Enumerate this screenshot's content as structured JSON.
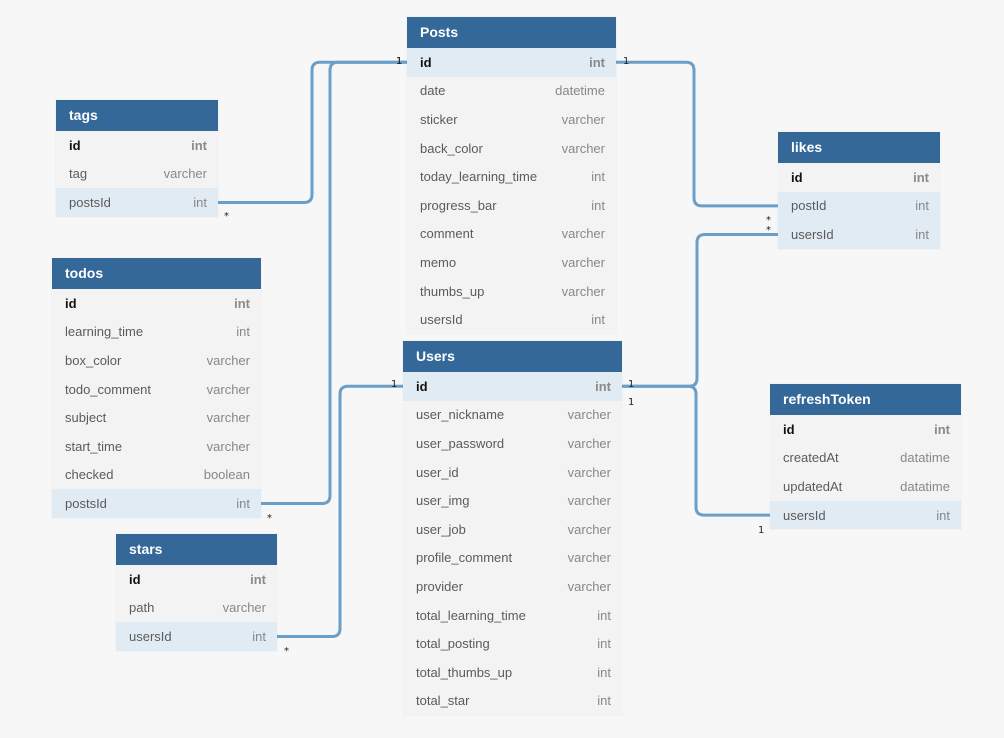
{
  "tables": [
    {
      "id": "posts",
      "name": "Posts",
      "fields": [
        {
          "name": "id",
          "type": "int",
          "pk": true,
          "hl": true
        },
        {
          "name": "date",
          "type": "datetime"
        },
        {
          "name": "sticker",
          "type": "varcher"
        },
        {
          "name": "back_color",
          "type": "varcher"
        },
        {
          "name": "today_learning_time",
          "type": "int"
        },
        {
          "name": "progress_bar",
          "type": "int"
        },
        {
          "name": "comment",
          "type": "varcher"
        },
        {
          "name": "memo",
          "type": "varcher"
        },
        {
          "name": "thumbs_up",
          "type": "varcher"
        },
        {
          "name": "usersId",
          "type": "int"
        }
      ]
    },
    {
      "id": "tags",
      "name": "tags",
      "fields": [
        {
          "name": "id",
          "type": "int",
          "pk": true
        },
        {
          "name": "tag",
          "type": "varcher"
        },
        {
          "name": "postsId",
          "type": "int",
          "hl": true
        }
      ]
    },
    {
      "id": "likes",
      "name": "likes",
      "fields": [
        {
          "name": "id",
          "type": "int",
          "pk": true
        },
        {
          "name": "postId",
          "type": "int",
          "hl": true
        },
        {
          "name": "usersId",
          "type": "int",
          "hl": true
        }
      ]
    },
    {
      "id": "todos",
      "name": "todos",
      "fields": [
        {
          "name": "id",
          "type": "int",
          "pk": true
        },
        {
          "name": "learning_time",
          "type": "int"
        },
        {
          "name": "box_color",
          "type": "varcher"
        },
        {
          "name": "todo_comment",
          "type": "varcher"
        },
        {
          "name": "subject",
          "type": "varcher"
        },
        {
          "name": "start_time",
          "type": "varcher"
        },
        {
          "name": "checked",
          "type": "boolean"
        },
        {
          "name": "postsId",
          "type": "int",
          "hl": true
        }
      ]
    },
    {
      "id": "users",
      "name": "Users",
      "fields": [
        {
          "name": "id",
          "type": "int",
          "pk": true,
          "hl": true
        },
        {
          "name": "user_nickname",
          "type": "varcher"
        },
        {
          "name": "user_password",
          "type": "varcher"
        },
        {
          "name": "user_id",
          "type": "varcher"
        },
        {
          "name": "user_img",
          "type": "varcher"
        },
        {
          "name": "user_job",
          "type": "varcher"
        },
        {
          "name": "profile_comment",
          "type": "varcher"
        },
        {
          "name": "provider",
          "type": "varcher"
        },
        {
          "name": "total_learning_time",
          "type": "int"
        },
        {
          "name": "total_posting",
          "type": "int"
        },
        {
          "name": "total_thumbs_up",
          "type": "int"
        },
        {
          "name": "total_star",
          "type": "int"
        }
      ]
    },
    {
      "id": "refreshToken",
      "name": "refreshToken",
      "fields": [
        {
          "name": "id",
          "type": "int",
          "pk": true
        },
        {
          "name": "createdAt",
          "type": "datatime"
        },
        {
          "name": "updatedAt",
          "type": "datatime"
        },
        {
          "name": "usersId",
          "type": "int",
          "hl": true
        }
      ]
    },
    {
      "id": "stars",
      "name": "stars",
      "fields": [
        {
          "name": "id",
          "type": "int",
          "pk": true
        },
        {
          "name": "path",
          "type": "varcher"
        },
        {
          "name": "usersId",
          "type": "int",
          "hl": true
        }
      ]
    }
  ],
  "relations": [
    {
      "id": "tags-posts",
      "from_table": "tags",
      "from_field": "postsId",
      "to_table": "posts",
      "to_field": "id",
      "from_card": "*",
      "to_card": "1"
    },
    {
      "id": "todos-posts",
      "from_table": "todos",
      "from_field": "postsId",
      "to_table": "posts",
      "to_field": "id",
      "from_card": "*",
      "to_card": "1"
    },
    {
      "id": "likes-posts",
      "from_table": "likes",
      "from_field": "postId",
      "to_table": "posts",
      "to_field": "id",
      "from_card": "*",
      "to_card": "1"
    },
    {
      "id": "likes-users",
      "from_table": "likes",
      "from_field": "usersId",
      "to_table": "users",
      "to_field": "id",
      "from_card": "*",
      "to_card": "1"
    },
    {
      "id": "stars-users",
      "from_table": "stars",
      "from_field": "usersId",
      "to_table": "users",
      "to_field": "id",
      "from_card": "*",
      "to_card": "1"
    },
    {
      "id": "refresh-users",
      "from_table": "refreshToken",
      "from_field": "usersId",
      "to_table": "users",
      "to_field": "id",
      "from_card": "1",
      "to_card": "1"
    }
  ],
  "colors": {
    "header": "#336899",
    "connector": "#6b9fc8",
    "highlight_row": "#e0ebf4"
  }
}
